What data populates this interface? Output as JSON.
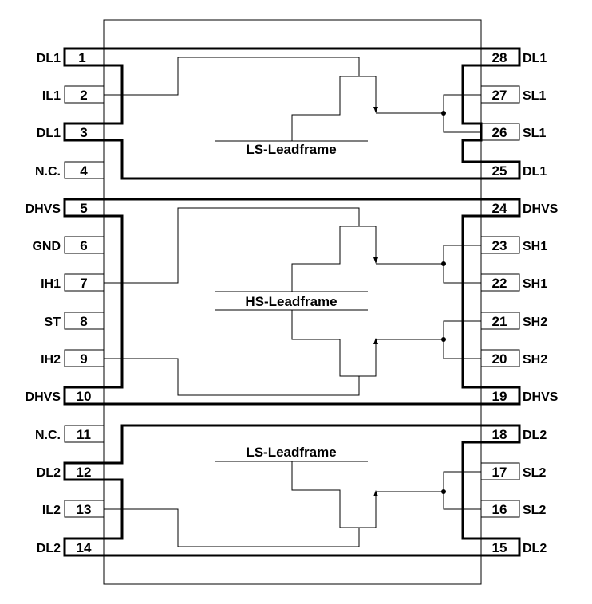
{
  "left_pins": [
    {
      "num": "1",
      "name": "DL1"
    },
    {
      "num": "2",
      "name": "IL1"
    },
    {
      "num": "3",
      "name": "DL1"
    },
    {
      "num": "4",
      "name": "N.C."
    },
    {
      "num": "5",
      "name": "DHVS"
    },
    {
      "num": "6",
      "name": "GND"
    },
    {
      "num": "7",
      "name": "IH1"
    },
    {
      "num": "8",
      "name": "ST"
    },
    {
      "num": "9",
      "name": "IH2"
    },
    {
      "num": "10",
      "name": "DHVS"
    },
    {
      "num": "11",
      "name": "N.C."
    },
    {
      "num": "12",
      "name": "DL2"
    },
    {
      "num": "13",
      "name": "IL2"
    },
    {
      "num": "14",
      "name": "DL2"
    }
  ],
  "right_pins": [
    {
      "num": "28",
      "name": "DL1"
    },
    {
      "num": "27",
      "name": "SL1"
    },
    {
      "num": "26",
      "name": "SL1"
    },
    {
      "num": "25",
      "name": "DL1"
    },
    {
      "num": "24",
      "name": "DHVS"
    },
    {
      "num": "23",
      "name": "SH1"
    },
    {
      "num": "22",
      "name": "SH1"
    },
    {
      "num": "21",
      "name": "SH2"
    },
    {
      "num": "20",
      "name": "SH2"
    },
    {
      "num": "19",
      "name": "DHVS"
    },
    {
      "num": "18",
      "name": "DL2"
    },
    {
      "num": "17",
      "name": "SL2"
    },
    {
      "num": "16",
      "name": "SL2"
    },
    {
      "num": "15",
      "name": "DL2"
    }
  ],
  "frames": {
    "top_label": "LS-Leadframe",
    "middle_label": "HS-Leadframe",
    "bottom_label": "LS-Leadframe"
  }
}
